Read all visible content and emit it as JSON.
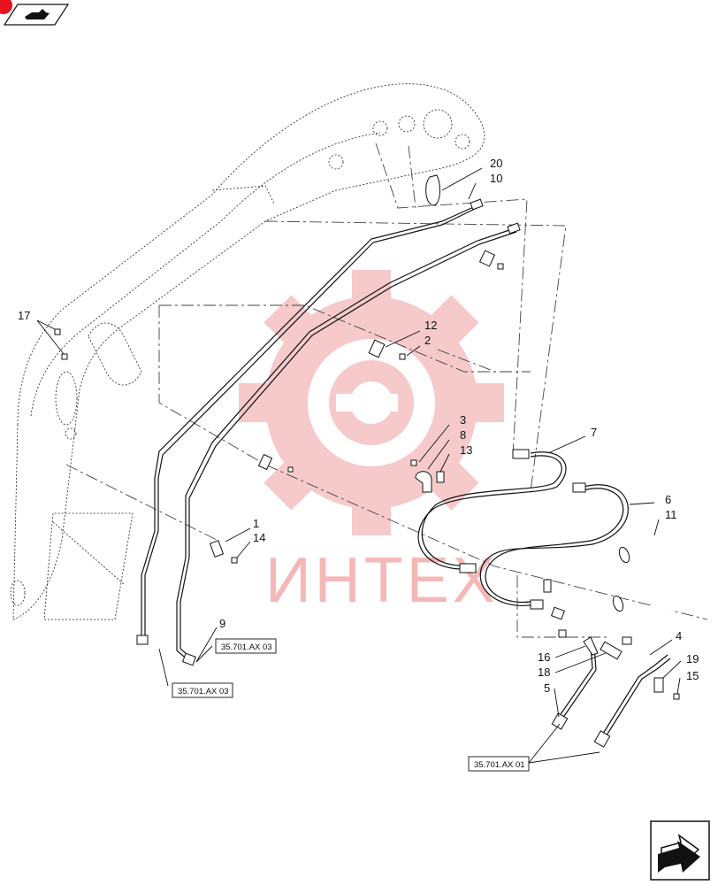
{
  "header": {
    "nav_icon": "page-flip-icon",
    "badge_color": "#e8111e"
  },
  "footer": {
    "nav_icon": "next-page-arrow-icon"
  },
  "watermark": {
    "text": "ИНТЕХ",
    "color": "#f5b8b8"
  },
  "callouts": [
    {
      "label": "20"
    },
    {
      "label": "10"
    },
    {
      "label": "17"
    },
    {
      "label": "12"
    },
    {
      "label": "2"
    },
    {
      "label": "3"
    },
    {
      "label": "8"
    },
    {
      "label": "13"
    },
    {
      "label": "7"
    },
    {
      "label": "6"
    },
    {
      "label": "11"
    },
    {
      "label": "1"
    },
    {
      "label": "14"
    },
    {
      "label": "9"
    },
    {
      "label": "4"
    },
    {
      "label": "16"
    },
    {
      "label": "18"
    },
    {
      "label": "19"
    },
    {
      "label": "15"
    },
    {
      "label": "5"
    }
  ],
  "references": [
    {
      "text": "35.701.AX 03"
    },
    {
      "text": "35.701.AX 03"
    },
    {
      "text": "35.701.AX 01"
    }
  ]
}
